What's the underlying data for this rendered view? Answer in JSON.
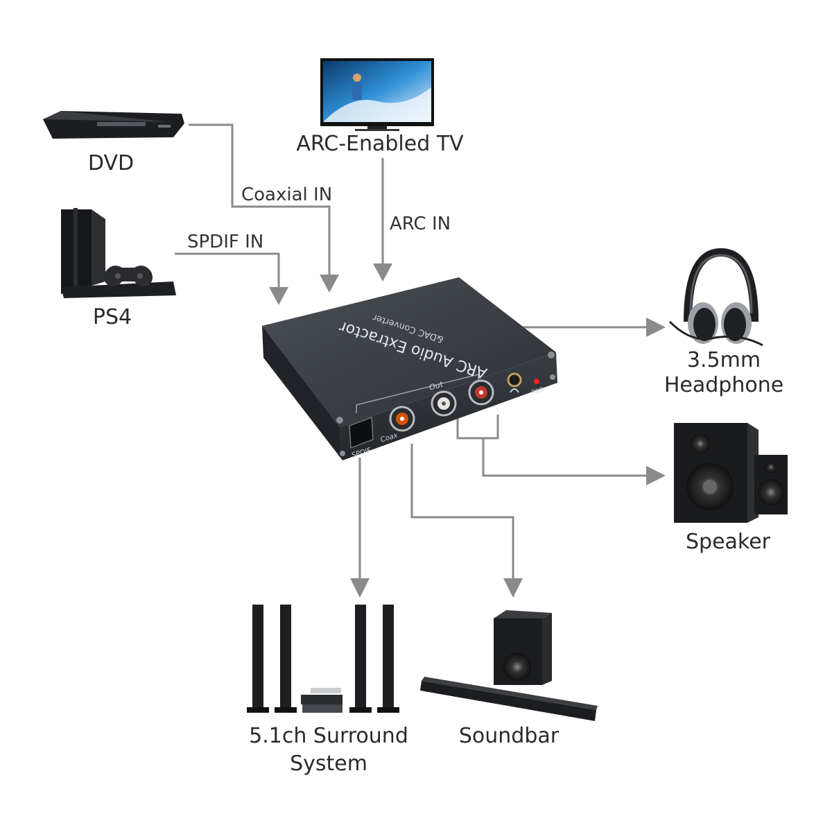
{
  "devices": {
    "dvd": {
      "label": "DVD"
    },
    "ps4": {
      "label": "PS4"
    },
    "tv": {
      "label": "ARC-Enabled TV"
    },
    "headphone": {
      "line1": "3.5mm",
      "line2": "Headphone"
    },
    "speaker": {
      "label": "Speaker"
    },
    "surround": {
      "line1": "5.1ch Surround",
      "line2": "System"
    },
    "soundbar": {
      "label": "Soundbar"
    }
  },
  "connections": {
    "coaxial_in": "Coaxial IN",
    "spdif_in": "SPDIF IN",
    "arc_in": "ARC IN"
  },
  "extractor": {
    "title": "ARC Audio Extractor",
    "subtitle": "&DAC Converter",
    "out_label": "Out",
    "spdif_port": "SPDIF",
    "coax_port": "Coax",
    "pwr_label": "PWR"
  },
  "colors": {
    "arrow": "#8a8a8a",
    "device_body": "#2e3237",
    "rca_red": "#c0392b",
    "rca_white": "#e6e6e6",
    "rca_orange": "#d35400",
    "led": "#ff2020"
  }
}
